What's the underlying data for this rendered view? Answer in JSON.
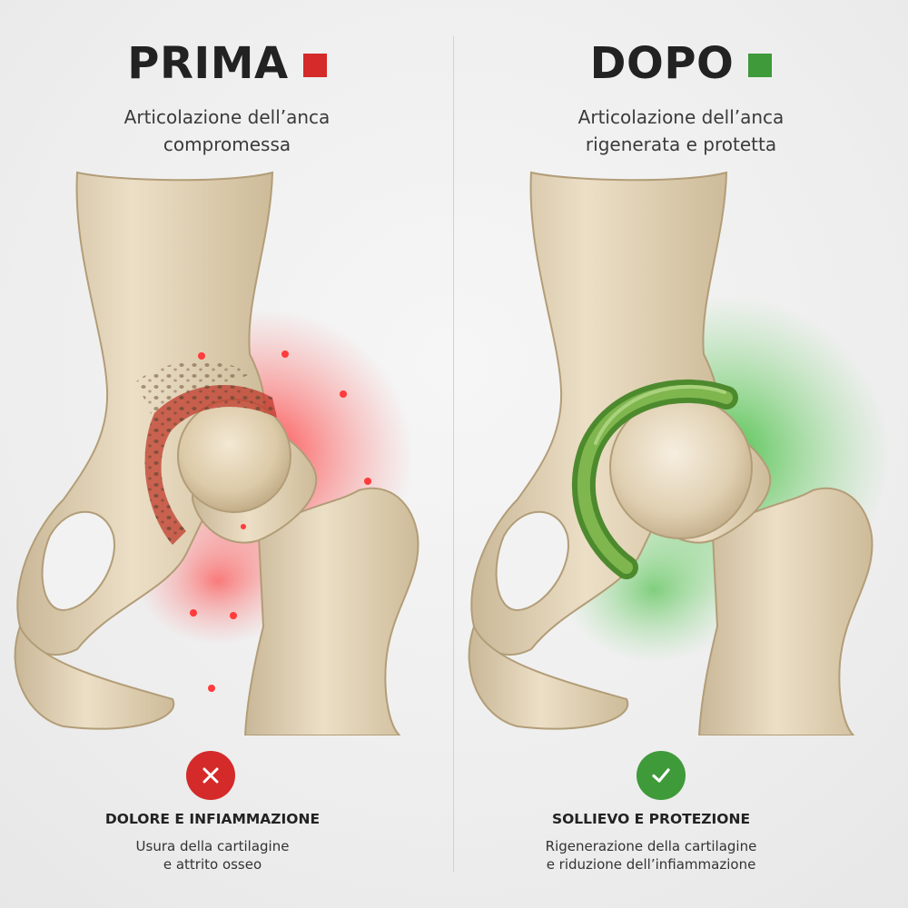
{
  "before": {
    "title": "PRIMA",
    "subtitle_line1": "Articolazione dell’anca",
    "subtitle_line2": "compromessa",
    "status_title": "DOLORE E INFIAMMAZIONE",
    "status_desc_line1": "Usura della cartilagine",
    "status_desc_line2": "e attrito osseo",
    "icon": "x-icon",
    "accent_color": "#d42a2a"
  },
  "after": {
    "title": "DOPO",
    "subtitle_line1": "Articolazione dell’anca",
    "subtitle_line2": "rigenerata e protetta",
    "status_title": "SOLLIEVO E PROTEZIONE",
    "status_desc_line1": "Rigenerazione della cartilagine",
    "status_desc_line2": "e riduzione dell’infiammazione",
    "icon": "checkmark-icon",
    "accent_color": "#3f9a3a"
  }
}
